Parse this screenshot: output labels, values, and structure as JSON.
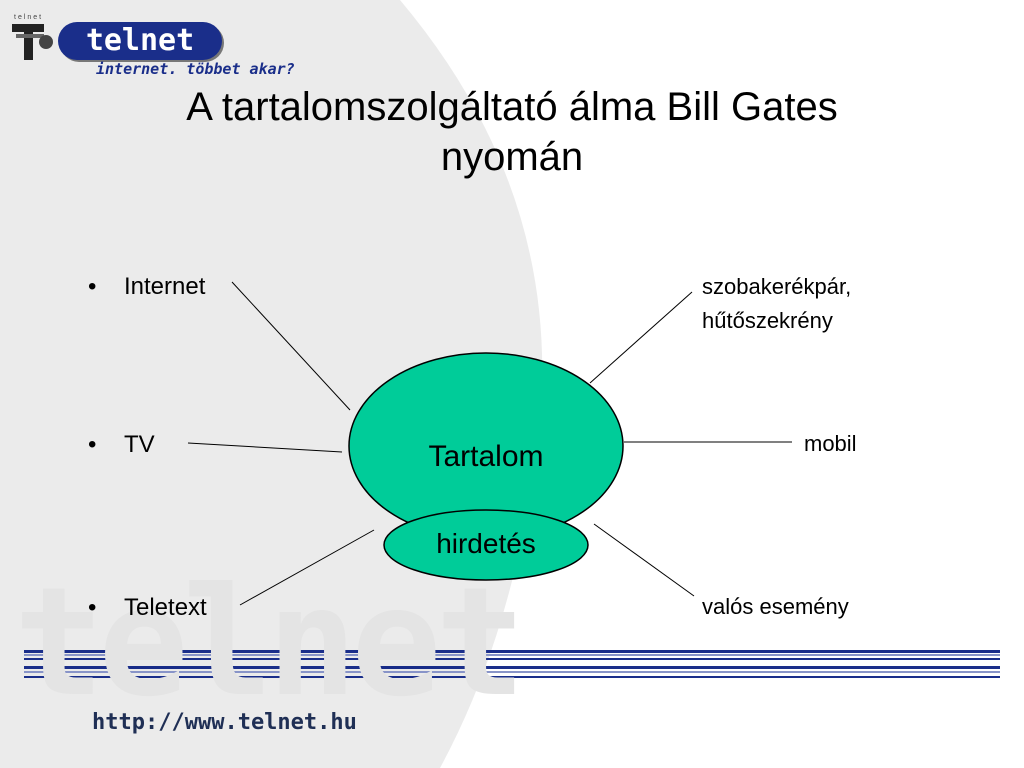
{
  "brand": {
    "logo_word": "telnet",
    "logo_small_text": "telnet",
    "tagline": "internet. többet akar?",
    "url": "http://www.telnet.hu",
    "watermark_word": "telnet",
    "colors": {
      "navy": "#1a2e8a",
      "gray": "#777777",
      "arc": "#e9e9e9"
    }
  },
  "slide": {
    "title_line1": "A tartalomszolgáltató álma Bill Gates",
    "title_line2": "nyomán"
  },
  "diagram": {
    "center_label": "Tartalom",
    "sub_label": "hirdetés",
    "bullet_char": "•",
    "left_items": [
      "Internet",
      "TV",
      "Teletext"
    ],
    "right_items": {
      "top_line1": "szobakerékpár,",
      "top_line2": "hűtőszekrény",
      "middle": "mobil",
      "bottom": "valós esemény"
    },
    "colors": {
      "fill": "#00cc99",
      "stroke": "#000000"
    }
  }
}
